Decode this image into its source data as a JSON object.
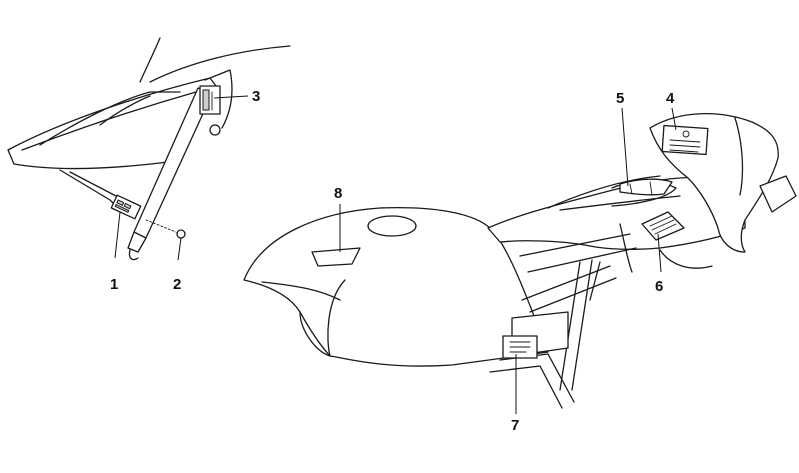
{
  "callouts": [
    {
      "id": "1",
      "label": "1"
    },
    {
      "id": "2",
      "label": "2"
    },
    {
      "id": "3",
      "label": "3"
    },
    {
      "id": "4",
      "label": "4"
    },
    {
      "id": "5",
      "label": "5"
    },
    {
      "id": "6",
      "label": "6"
    },
    {
      "id": "7",
      "label": "7"
    },
    {
      "id": "8",
      "label": "8"
    }
  ],
  "icons": {
    "front_assembly": "windshield-fairing-icon",
    "rear_assembly": "motorcycle-tank-seat-icon"
  }
}
